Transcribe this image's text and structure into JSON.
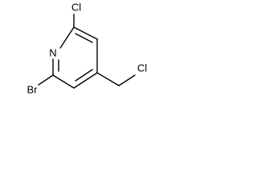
{
  "molecule": {
    "atoms": {
      "ring_nitrogen": "N",
      "chloro_top": "Cl",
      "bromo_left": "Br",
      "chloro_methyl": "Cl"
    },
    "colors": {
      "bond": "#000000",
      "label": "#000000",
      "background": "#ffffff"
    }
  }
}
